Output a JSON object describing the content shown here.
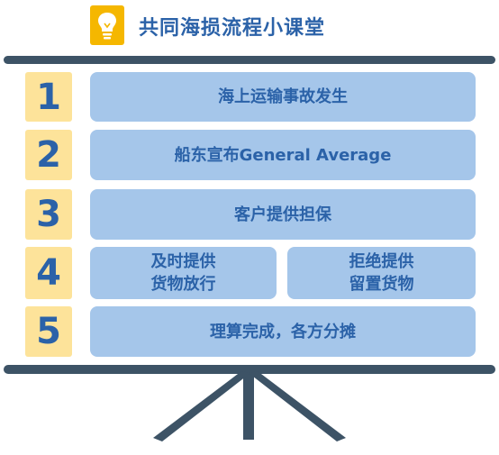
{
  "header": {
    "title": "共同海损流程小课堂",
    "icon": "lightbulb-icon",
    "icon_color": "#f5b700"
  },
  "colors": {
    "bar": "#3d5366",
    "number_bg": "#fde39a",
    "card_bg": "#a5c6ea",
    "text": "#2b62a8"
  },
  "steps": [
    {
      "number": "1",
      "label": "海上运输事故发生"
    },
    {
      "number": "2",
      "label": "船东宣布General Average"
    },
    {
      "number": "3",
      "label": "客户提供担保"
    },
    {
      "number": "4",
      "left": {
        "line1": "及时提供",
        "line2": "货物放行"
      },
      "right": {
        "line1": "拒绝提供",
        "line2": "留置货物"
      }
    },
    {
      "number": "5",
      "label": "理算完成，各方分摊"
    }
  ]
}
